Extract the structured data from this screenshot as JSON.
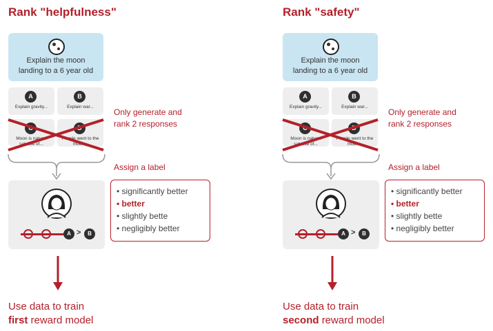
{
  "panels": [
    {
      "title": "Rank \"helpfulness\"",
      "prompt": "Explain the moon landing to a 6 year old",
      "responses": [
        {
          "badge": "A",
          "text": "Explain gravity..."
        },
        {
          "badge": "B",
          "text": "Explain war..."
        },
        {
          "badge": "C",
          "text": "Moon is natural satellite of..."
        },
        {
          "badge": "D",
          "text": "People went to the moon..."
        }
      ],
      "note_generate": "Only generate and rank 2 responses",
      "note_label": "Assign a label",
      "labels": [
        "significantly better",
        "better",
        "slightly bette",
        "negligibly better"
      ],
      "selected_label": "better",
      "ranking": {
        "first": "A",
        "op": ">",
        "second": "B"
      },
      "conclusion_prefix": "Use data to train",
      "conclusion_bold": "first",
      "conclusion_suffix": "reward model"
    },
    {
      "title": "Rank \"safety\"",
      "prompt": "Explain the moon landing to a 6 year old",
      "responses": [
        {
          "badge": "A",
          "text": "Explain gravity..."
        },
        {
          "badge": "B",
          "text": "Explain war..."
        },
        {
          "badge": "C",
          "text": "Moon is natural satellite of..."
        },
        {
          "badge": "D",
          "text": "People went to the moon..."
        }
      ],
      "note_generate": "Only generate and rank 2 responses",
      "note_label": "Assign a label",
      "labels": [
        "significantly better",
        "better",
        "slightly bette",
        "negligibly better"
      ],
      "selected_label": "better",
      "ranking": {
        "first": "A",
        "op": ">",
        "second": "B"
      },
      "conclusion_prefix": "Use data to train",
      "conclusion_bold": "second",
      "conclusion_suffix": "reward model"
    }
  ],
  "colors": {
    "accent": "#b3202a",
    "prompt_bg": "#c9e5f2",
    "card_bg": "#eeeeee"
  },
  "icons": {
    "prompt": "moon-icon",
    "labeler": "person-avatar-icon",
    "cross": "cross-out-icon"
  }
}
